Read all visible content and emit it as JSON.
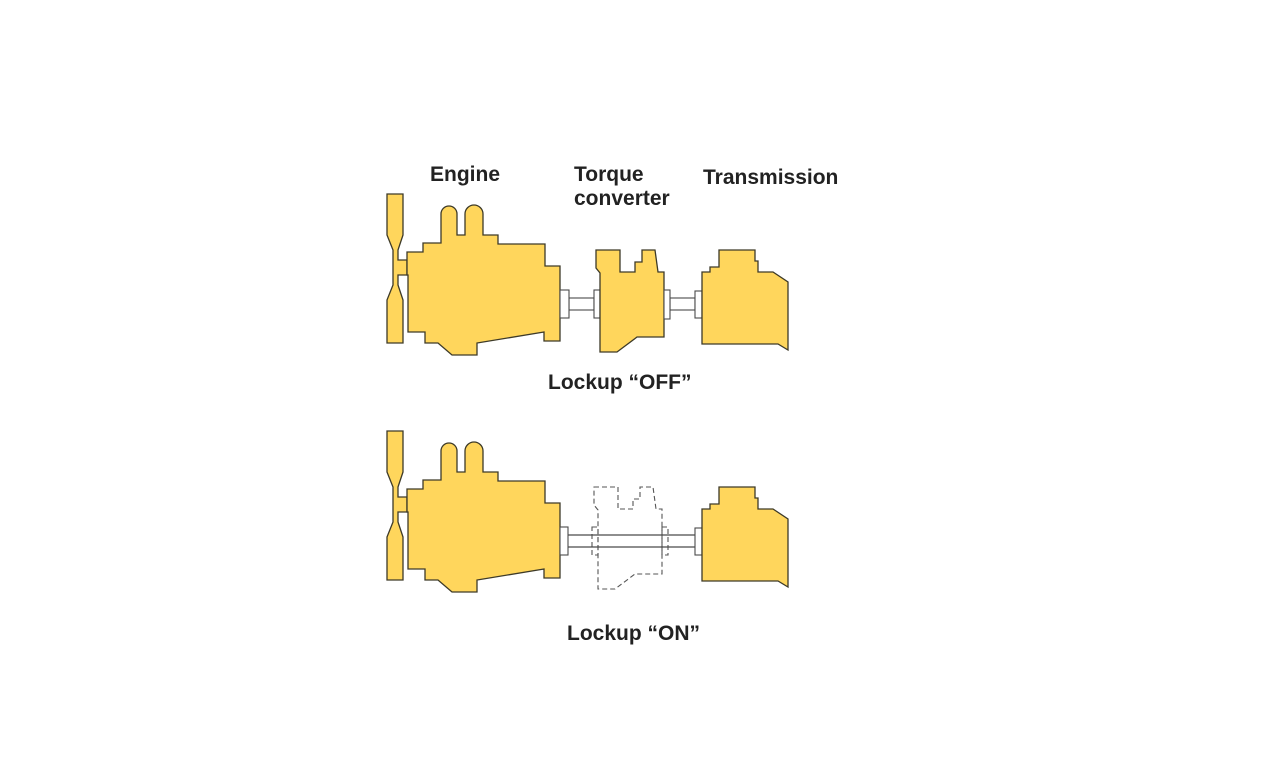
{
  "diagram": {
    "labels": {
      "engine": "Engine",
      "torque_converter_line1": "Torque",
      "torque_converter_line2": "converter",
      "transmission": "Transmission"
    },
    "states": [
      {
        "id": "lockup-off",
        "caption": "Lockup “OFF”",
        "torque_converter_active": true
      },
      {
        "id": "lockup-on",
        "caption": "Lockup “ON”",
        "torque_converter_active": false
      }
    ],
    "colors": {
      "component_fill": "#FFD65C",
      "outline": "#3d3a28",
      "text": "#222222",
      "bypassed_outline": "#555555"
    }
  }
}
